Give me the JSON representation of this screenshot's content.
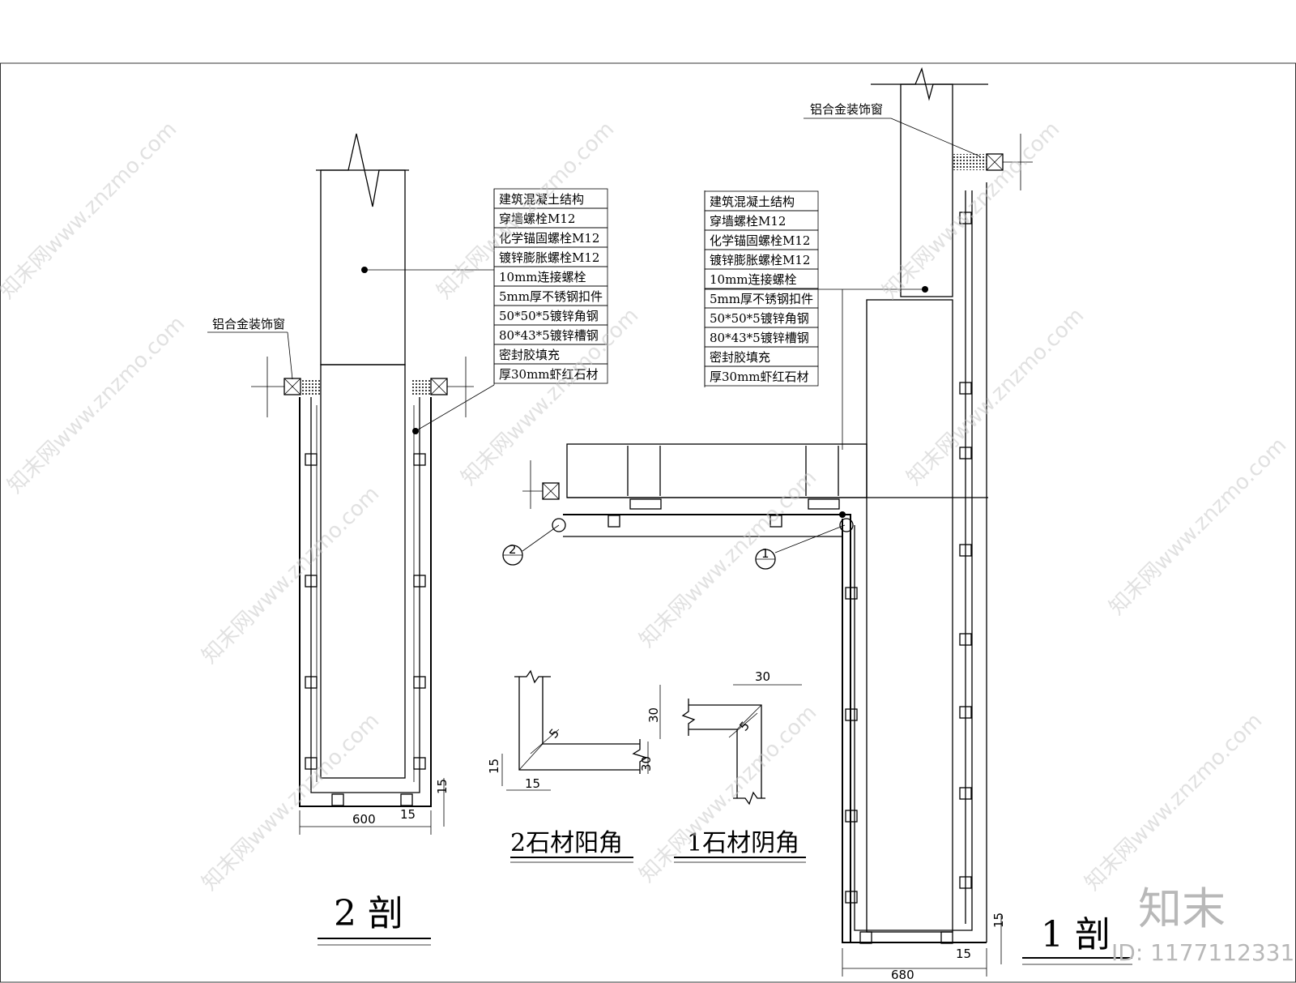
{
  "labels": {
    "aluminum_window": "铝合金装饰窗"
  },
  "legend_items": [
    "建筑混凝土结构",
    "穿墙螺栓M12",
    "化学锚固螺栓M12",
    "镀锌膨胀螺栓M12",
    "10mm连接螺栓",
    "5mm厚不锈钢扣件",
    "50*50*5镀锌角钢",
    "80*43*5镀锌槽钢",
    "密封胶填充",
    "厚30mm虾红石材"
  ],
  "section_2": {
    "title": "2 剖",
    "dim_width": "600",
    "dim_15_bottom": "15",
    "dim_15_side": "15"
  },
  "section_1": {
    "title": "1 剖",
    "dim_width": "680",
    "dim_15_bottom": "15",
    "dim_15_side": "15"
  },
  "details": {
    "outside_corner": {
      "title": "2石材阳角",
      "dim_a": "15",
      "dim_b": "15",
      "dim_c": "30",
      "dim_d": "5"
    },
    "inside_corner": {
      "title": "1石材阴角",
      "dim_a": "30",
      "dim_b": "30",
      "dim_c": "5"
    }
  },
  "callouts": {
    "mark_2": "2",
    "mark_1": "1"
  },
  "watermark": {
    "repeat_text": "知末网www.znzmo.com",
    "brand": "知末",
    "id_text": "ID: 1177112331"
  }
}
